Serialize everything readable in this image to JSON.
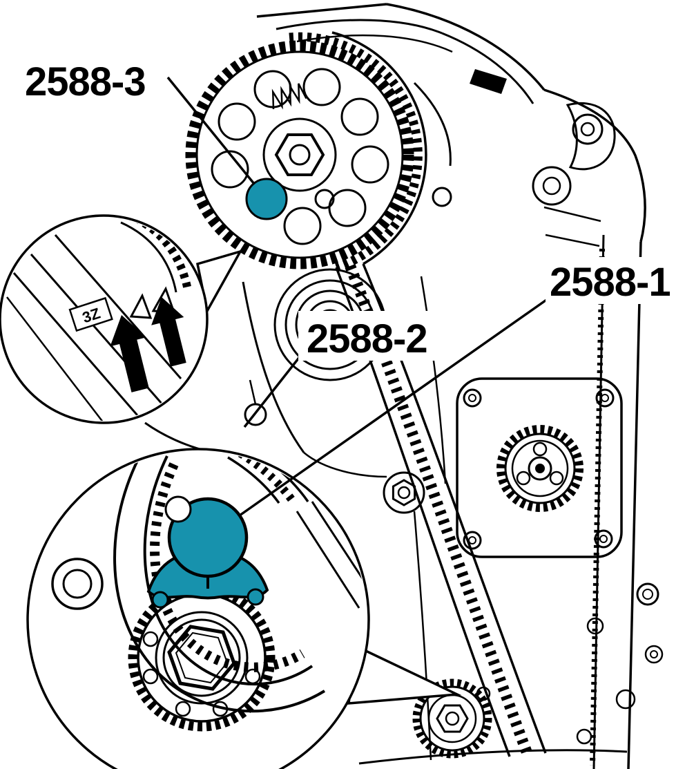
{
  "figure": {
    "background": "#ffffff",
    "line_color": "#000000",
    "highlight_color": "#1792ad"
  },
  "callouts": {
    "cam_pin": {
      "label": "2588-3"
    },
    "tensioner": {
      "label": "2588-2"
    },
    "crank_lock": {
      "label": "2588-1"
    }
  },
  "inset": {
    "timing_mark": "3Z"
  }
}
